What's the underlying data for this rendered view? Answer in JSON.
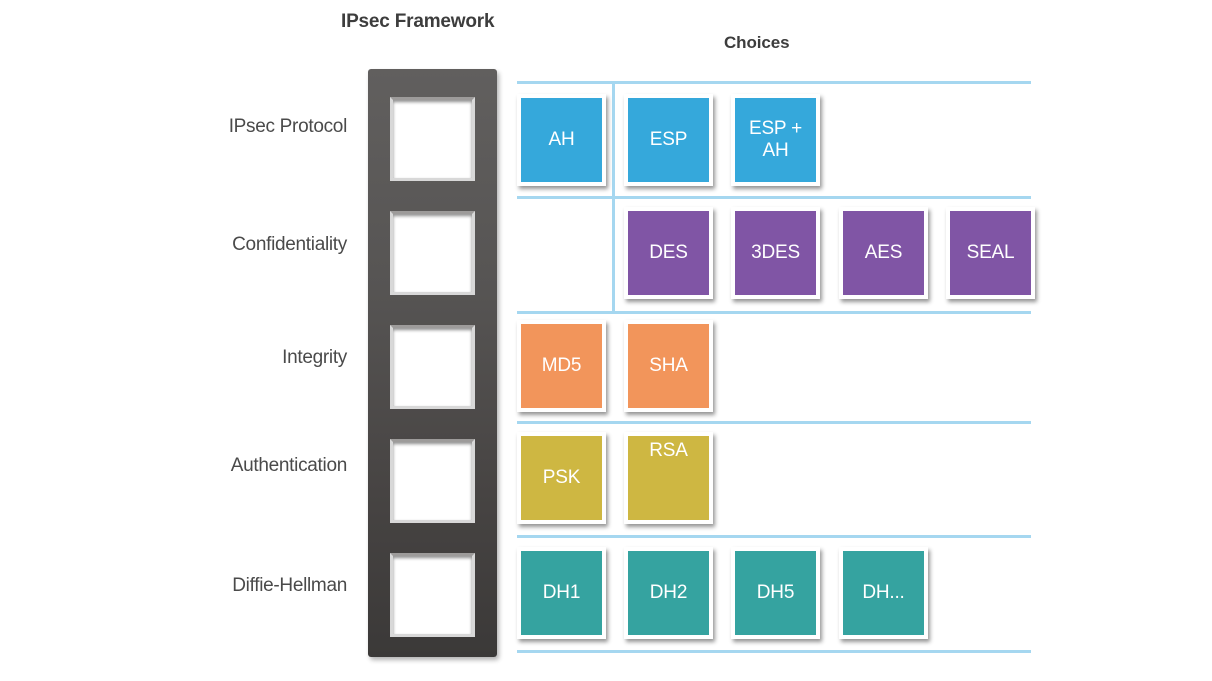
{
  "titles": {
    "framework": "IPsec Framework",
    "choices": "Choices"
  },
  "colors": {
    "panel_dark": "#565453",
    "grid_line": "#a5d7f0",
    "ipsec_protocol": "#35a8db",
    "confidentiality": "#8055a5",
    "integrity": "#f2955b",
    "authentication": "#ceb742",
    "diffie_hellman": "#35a3a0"
  },
  "rows": [
    {
      "label": "IPsec Protocol",
      "color_key": "ipsec_protocol",
      "color": "#35a8db",
      "choices": [
        "AH",
        "ESP",
        "ESP + AH"
      ]
    },
    {
      "label": "Confidentiality",
      "color_key": "confidentiality",
      "color": "#8055a5",
      "choices": [
        "DES",
        "3DES",
        "AES",
        "SEAL"
      ]
    },
    {
      "label": "Integrity",
      "color_key": "integrity",
      "color": "#f2955b",
      "choices": [
        "MD5",
        "SHA"
      ]
    },
    {
      "label": "Authentication",
      "color_key": "authentication",
      "color": "#ceb742",
      "choices": [
        "PSK",
        "RSA"
      ]
    },
    {
      "label": "Diffie-Hellman",
      "color_key": "diffie_hellman",
      "color": "#35a3a0",
      "choices": [
        "DH1",
        "DH2",
        "DH5",
        "DH..."
      ]
    }
  ],
  "framework_slots": [
    "",
    "",
    "",
    "",
    ""
  ]
}
